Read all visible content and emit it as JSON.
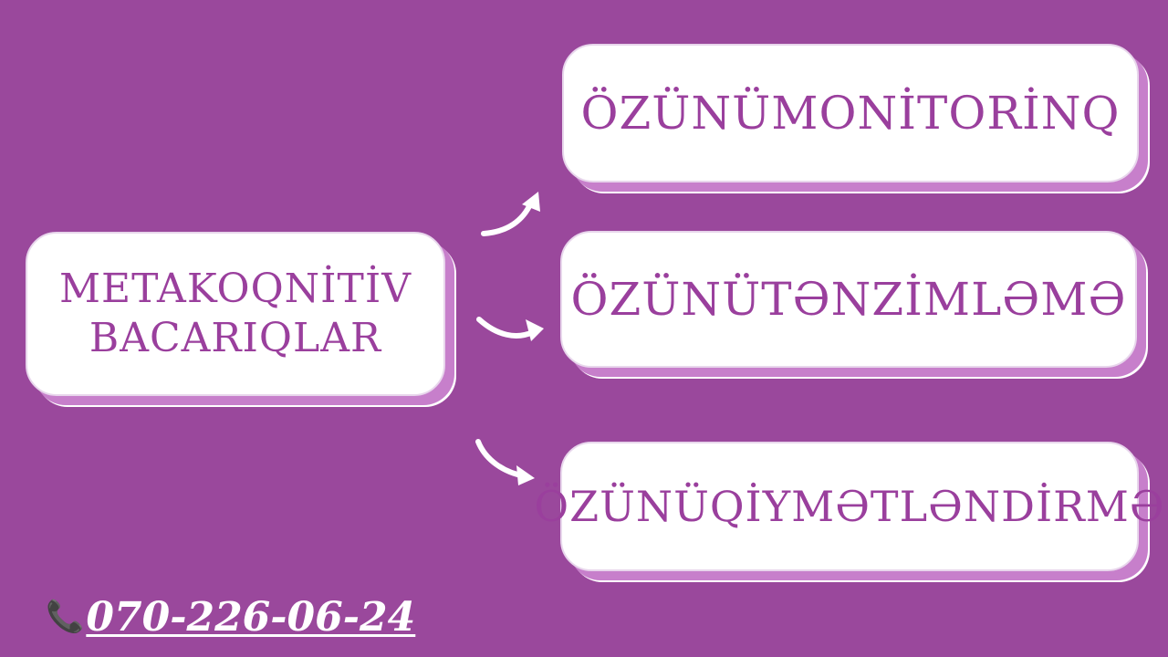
{
  "main": {
    "line1": "METAKOQNİTİV",
    "line2": "BACARIQLAR"
  },
  "items": [
    {
      "label": "ÖZÜNÜMONİTORİNQ"
    },
    {
      "label": "ÖZÜNÜTƏNZİMLƏMƏ"
    },
    {
      "label": "ÖZÜNÜQİYMƏTLƏNDİRMƏ"
    }
  ],
  "contact": {
    "phone": "070-226-06-24",
    "icon": "phone-icon"
  },
  "colors": {
    "background": "#9a489c",
    "card": "#ffffff",
    "text": "#9a3f9d",
    "shadow": "#c77fcb"
  }
}
